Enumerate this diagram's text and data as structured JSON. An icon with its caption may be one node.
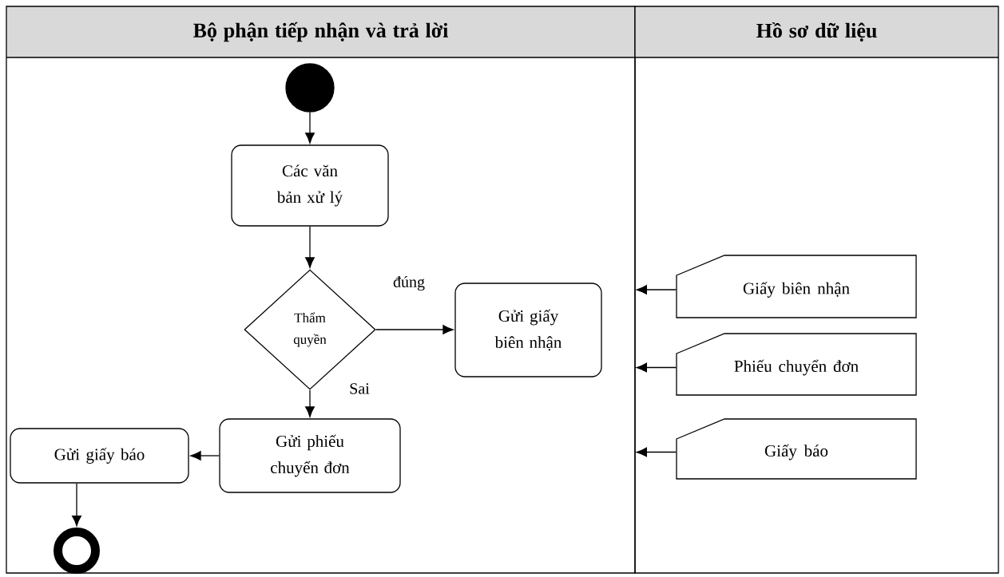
{
  "diagram": {
    "nodes": [
      {
        "text": [
          "Bộ phận tiếp nhận và trả lời"
        ]
      },
      {
        "text": [
          "Hồ sơ dữ liệu"
        ]
      },
      {
        "text": [],
        "shape": "circle",
        "in": 0
      },
      {
        "text": [
          "Các văn bản xử lý"
        ],
        "in": 0
      },
      {
        "text": [
          "Thẩm quyền"
        ],
        "in": 0
      },
      {
        "text": [
          "Gửi giấy biên nhận"
        ],
        "in": 0
      },
      {
        "text": [
          "Gửi phiếu chuyển đơn"
        ],
        "in": 0
      },
      {
        "text": [
          "Gửi giấy báo"
        ],
        "in": 0
      },
      {
        "text": [],
        "shape": "ring",
        "in": 0
      },
      {
        "text": [
          "Giấy biên nhận"
        ],
        "in": 1
      },
      {
        "text": [
          "Phiếu chuyển đơn"
        ],
        "in": 1
      },
      {
        "text": [
          "Giấy báo"
        ],
        "in": 1
      }
    ],
    "edges": [
      {
        "from": 2,
        "to": 3,
        "arrow": "to"
      },
      {
        "from": 3,
        "to": 4,
        "arrow": "to"
      },
      {
        "from": 4,
        "to": 5,
        "arrow": "to",
        "label": "đúng"
      },
      {
        "from": 4,
        "to": 6,
        "arrow": "to",
        "label": "Sai"
      },
      {
        "from": 6,
        "to": 7,
        "arrow": "to"
      },
      {
        "from": 7,
        "to": 8,
        "arrow": "to"
      },
      {
        "from": 9,
        "to": null,
        "arrow": "to"
      },
      {
        "from": 10,
        "to": null,
        "arrow": "to"
      },
      {
        "from": 11,
        "to": null,
        "arrow": "to"
      }
    ]
  }
}
